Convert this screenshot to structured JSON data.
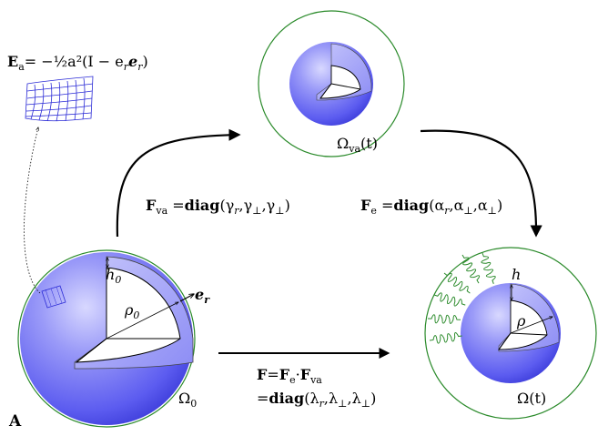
{
  "figure": {
    "panel_label": "A",
    "ref_state": {
      "label": "Ω",
      "sub": "0"
    },
    "va_state": {
      "label": "Ω",
      "sub": "va",
      "suffix": "(t)"
    },
    "cur_state": {
      "label": "Ω",
      "suffix": "(t)"
    },
    "strain_eq": {
      "lhs": "E",
      "lhs_sub": "a",
      "rhs": "= −½a²(I − e",
      "rhs_tail": "e",
      "rhs_r2": "r",
      "rhs_end": ")"
    },
    "Fva_eq": {
      "F": "F",
      "sub": "va",
      "eq": "=",
      "diag": "diag",
      "args": "(γ",
      "a1": "r",
      "a2": ",γ",
      "a3": "⊥",
      "a4": ",γ",
      "a5": "⊥",
      "close": ")"
    },
    "Fe_eq": {
      "F": "F",
      "sub": "e",
      "eq": "=",
      "diag": "diag",
      "args": "(α",
      "a1": "r",
      "a2": ",α",
      "a3": "⊥",
      "a4": ",α",
      "a5": "⊥",
      "close": ")"
    },
    "F_total": {
      "line1": {
        "F": "F",
        "eq": "=",
        "F2": "F",
        "sub2": "e",
        "dot": "·",
        "F3": "F",
        "sub3": "va"
      },
      "line2": {
        "eq": "=",
        "diag": "diag",
        "args": "(λ",
        "a1": "r",
        "a2": ",λ",
        "a3": "⊥",
        "a4": ",λ",
        "a5": "⊥",
        "close": ")"
      }
    },
    "labels": {
      "h0": "h",
      "h0_sub": "0",
      "rho0": "ρ",
      "rho0_sub": "0",
      "er": "e",
      "er_sub": "r",
      "h": "h",
      "rho": "ρ"
    },
    "colors": {
      "shell_blue": "#7f7ff5",
      "shell_dark": "#3a3ad8",
      "membrane_green": "#2a8a2a",
      "grid_blue": "#2b2bd6"
    }
  }
}
